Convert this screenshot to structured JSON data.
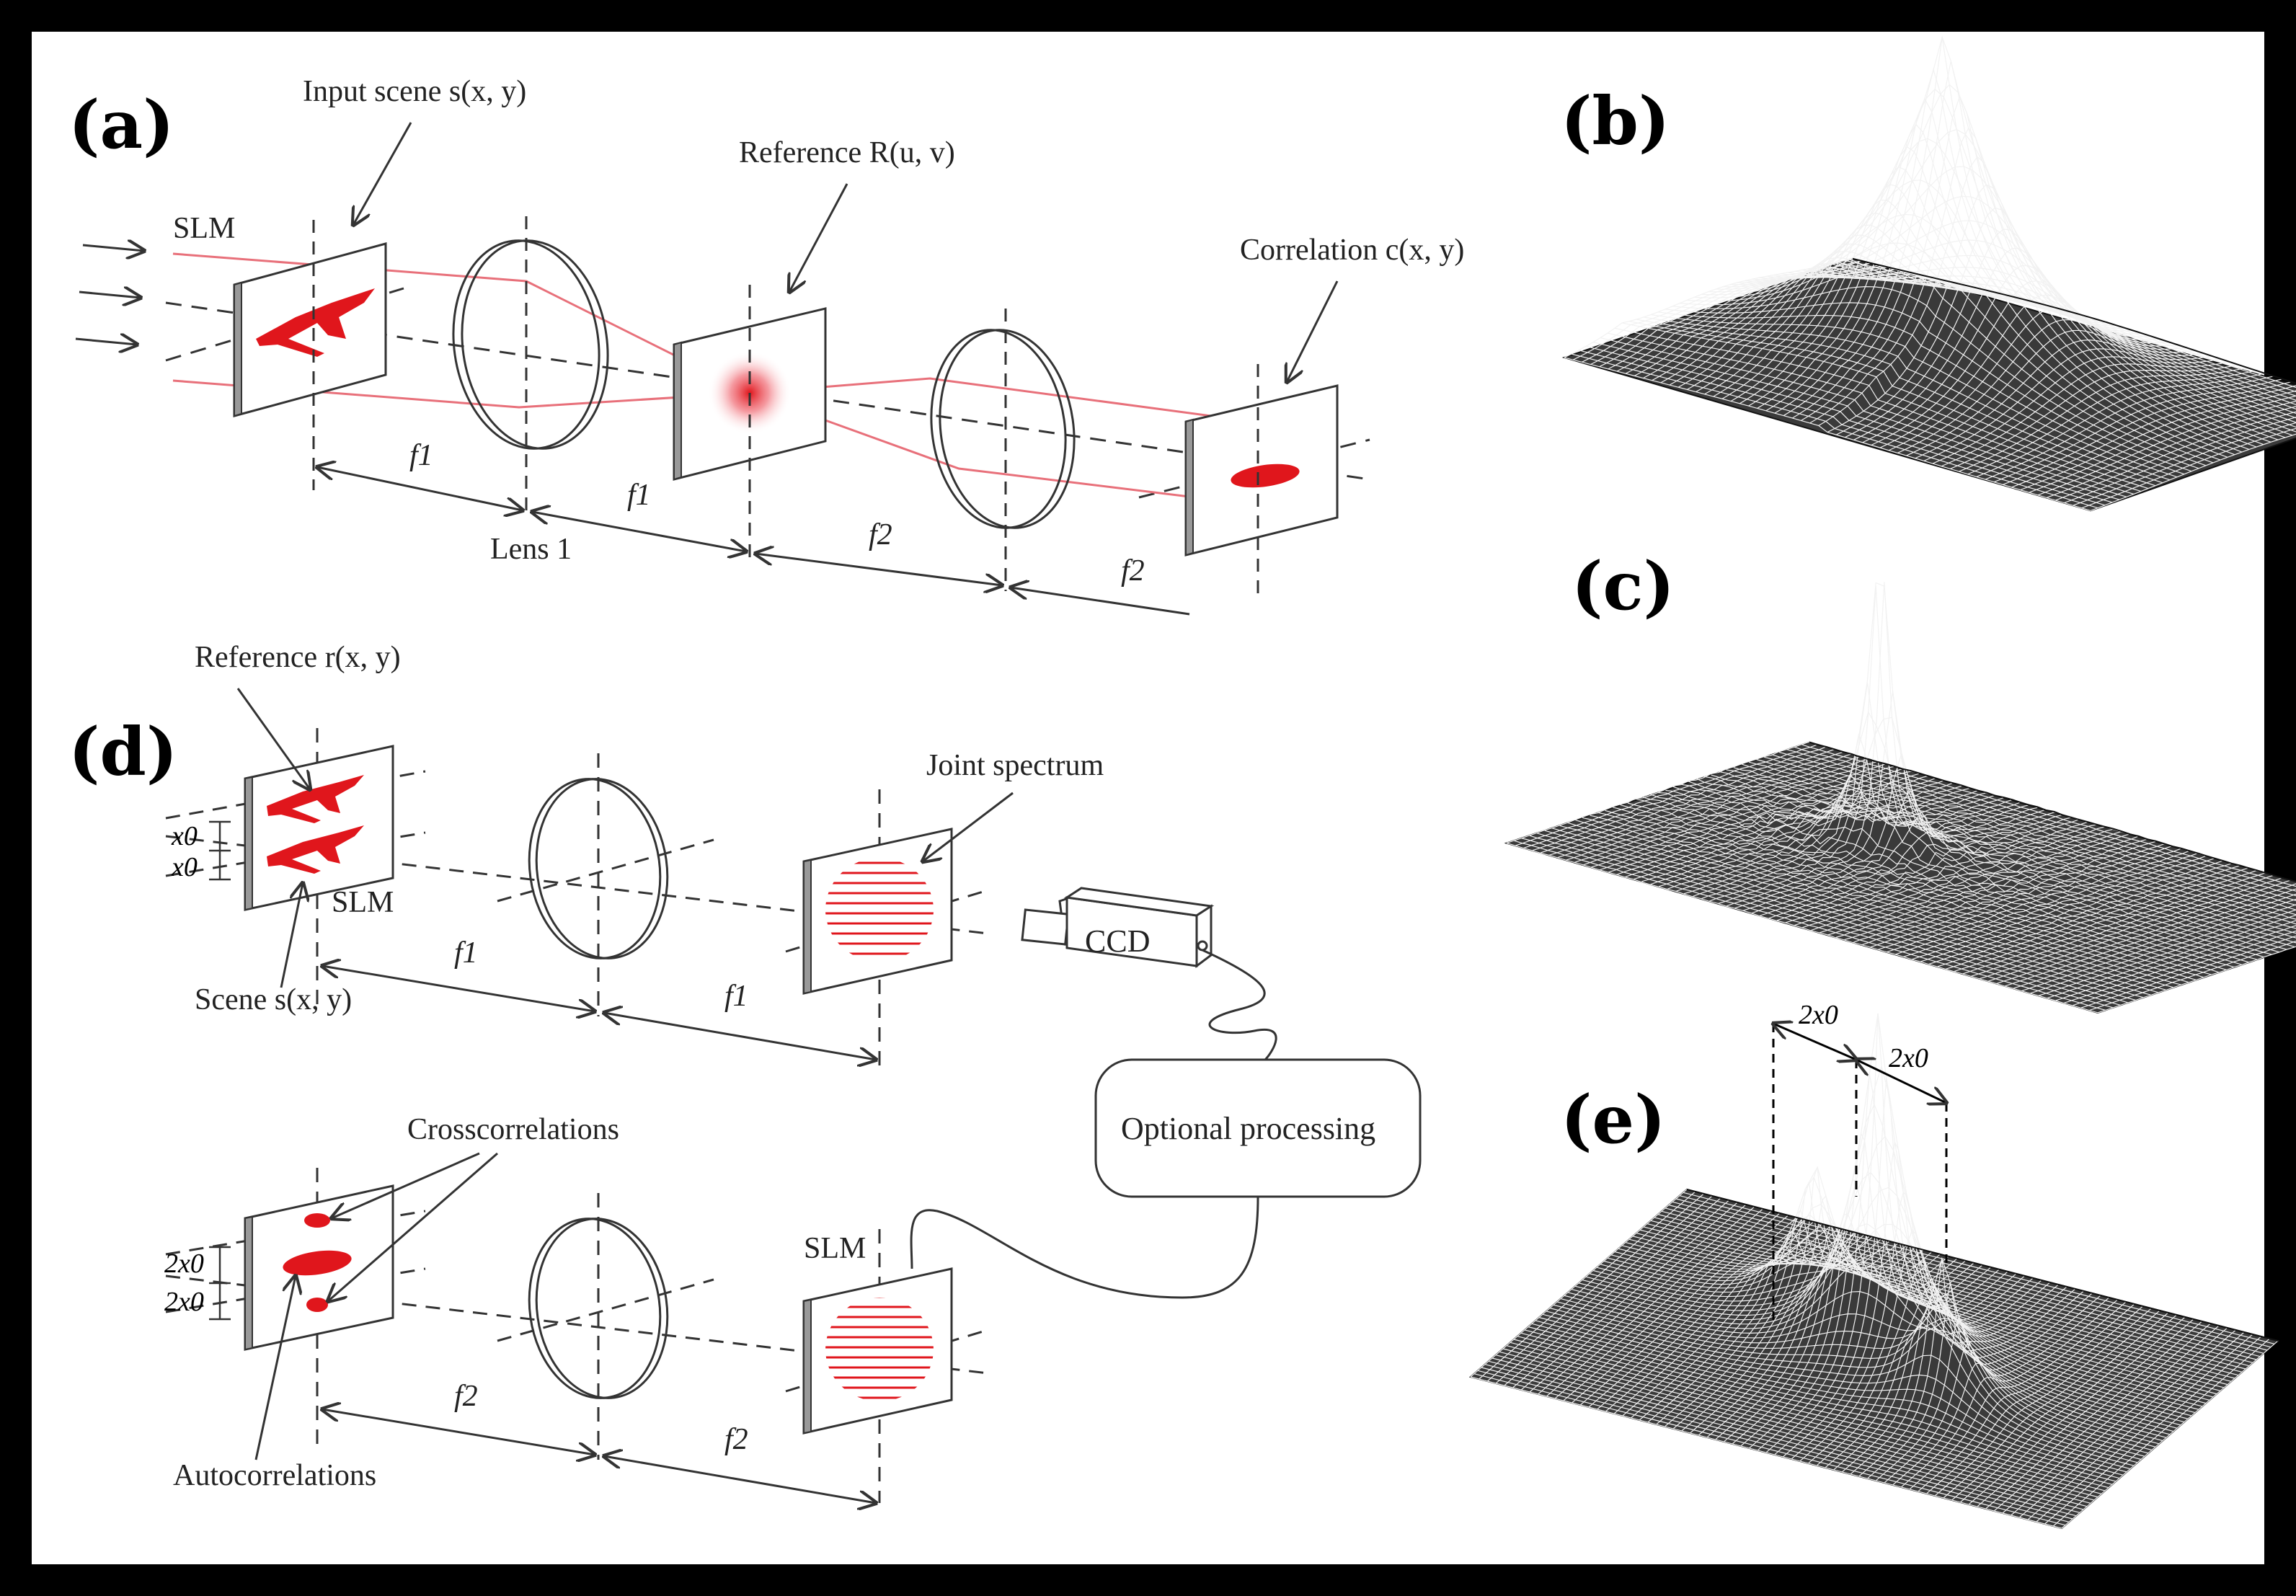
{
  "panels": {
    "a": "(a)",
    "b": "(b)",
    "c": "(c)",
    "d": "(d)",
    "e": "(e)"
  },
  "a": {
    "input_scene": "Input scene s(x, y)",
    "slm": "SLM",
    "reference": "Reference R(u, v)",
    "correlation": "Correlation c(x, y)",
    "lens": "Lens 1",
    "f1a": "f1",
    "f1b": "f1",
    "f2a": "f2",
    "f2b": "f2"
  },
  "d": {
    "reference": "Reference r(x, y)",
    "x0_top": "x0",
    "x0_bottom": "x0",
    "slm": "SLM",
    "scene": "Scene s(x, y)",
    "joint_spectrum": "Joint spectrum",
    "ccd": "CCD",
    "optional_processing": "Optional processing",
    "f1a": "f1",
    "f1b": "f1",
    "crosscorrelations": "Crosscorrelations",
    "autocorrelations": "Autocorrelations",
    "two_x0_top": "2x0",
    "two_x0_bottom": "2x0",
    "slm2": "SLM",
    "f2a": "f2",
    "f2b": "f2"
  },
  "e": {
    "spacing_left": "2x0",
    "spacing_right": "2x0"
  },
  "colors": {
    "beam": "#e8707a",
    "object": "#e0161c",
    "ink": "#333333"
  }
}
